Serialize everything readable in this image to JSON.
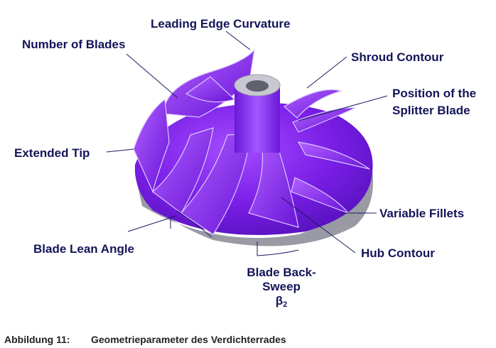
{
  "labels": {
    "leading_edge_curvature": "Leading Edge Curvature",
    "number_of_blades": "Number of Blades",
    "shroud_contour": "Shroud Contour",
    "splitter_line1": "Position of the",
    "splitter_line2": "Splitter Blade",
    "extended_tip": "Extended Tip",
    "variable_fillets": "Variable Fillets",
    "blade_lean_angle": "Blade Lean Angle",
    "hub_contour": "Hub Contour",
    "backsweep_line1": "Blade Back-",
    "backsweep_line2": "Sweep",
    "backsweep_symbol": "β",
    "backsweep_subscript": "2"
  },
  "caption": {
    "number": "Abbildung 11:",
    "text": "Geometrieparameter des Verdichterrades"
  },
  "colors": {
    "impeller": "#7a1ee6",
    "label_text": "#14145a",
    "leader_line": "#1a1a5e",
    "hub_base": "#8a8a95"
  }
}
